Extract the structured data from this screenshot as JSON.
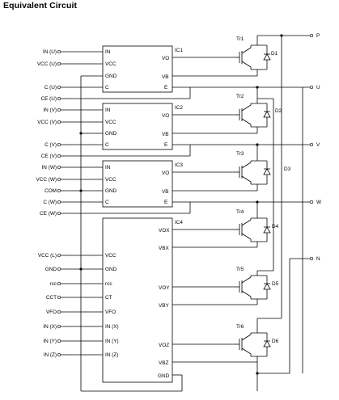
{
  "title": "Equivalent Circuit",
  "ics": [
    {
      "name": "IC1",
      "left_pins": [
        "IN",
        "VCC",
        "GND",
        "C"
      ],
      "right_pins": [
        "VO",
        "VB",
        "E"
      ]
    },
    {
      "name": "IC2",
      "left_pins": [
        "IN",
        "VCC",
        "GND",
        "C"
      ],
      "right_pins": [
        "VO",
        "VB",
        "E"
      ]
    },
    {
      "name": "IC3",
      "left_pins": [
        "IN",
        "VCC",
        "GND",
        "C"
      ],
      "right_pins": [
        "VO",
        "VB",
        "E"
      ]
    },
    {
      "name": "IC4",
      "left_pins": [
        "VCC",
        "GND",
        "rcc",
        "CT",
        "VFO",
        "IN (X)",
        "IN (Y)",
        "IN (Z)"
      ],
      "right_pins": [
        "VOX",
        "VBX",
        "VOY",
        "VBY",
        "VOZ",
        "VBZ",
        "GND"
      ]
    }
  ],
  "inputs": [
    "IN (U)",
    "VCC (U)",
    "C (U)",
    "CE (U)",
    "IN (V)",
    "VCC (V)",
    "C (V)",
    "CE (V)",
    "IN (W)",
    "VCC (W)",
    "COM",
    "C (W)",
    "CE (W)",
    "VCC (L)",
    "GND",
    "rcc",
    "CCT",
    "VFO",
    "IN (X)",
    "IN (Y)",
    "IN (Z)"
  ],
  "outputs": [
    "P",
    "U",
    "V",
    "W",
    "N"
  ],
  "transistors": [
    "Tr1",
    "Tr2",
    "Tr3",
    "Tr4",
    "Tr5",
    "Tr6"
  ],
  "diodes": [
    "D1",
    "D2",
    "D3",
    "D4",
    "D5",
    "D6"
  ]
}
